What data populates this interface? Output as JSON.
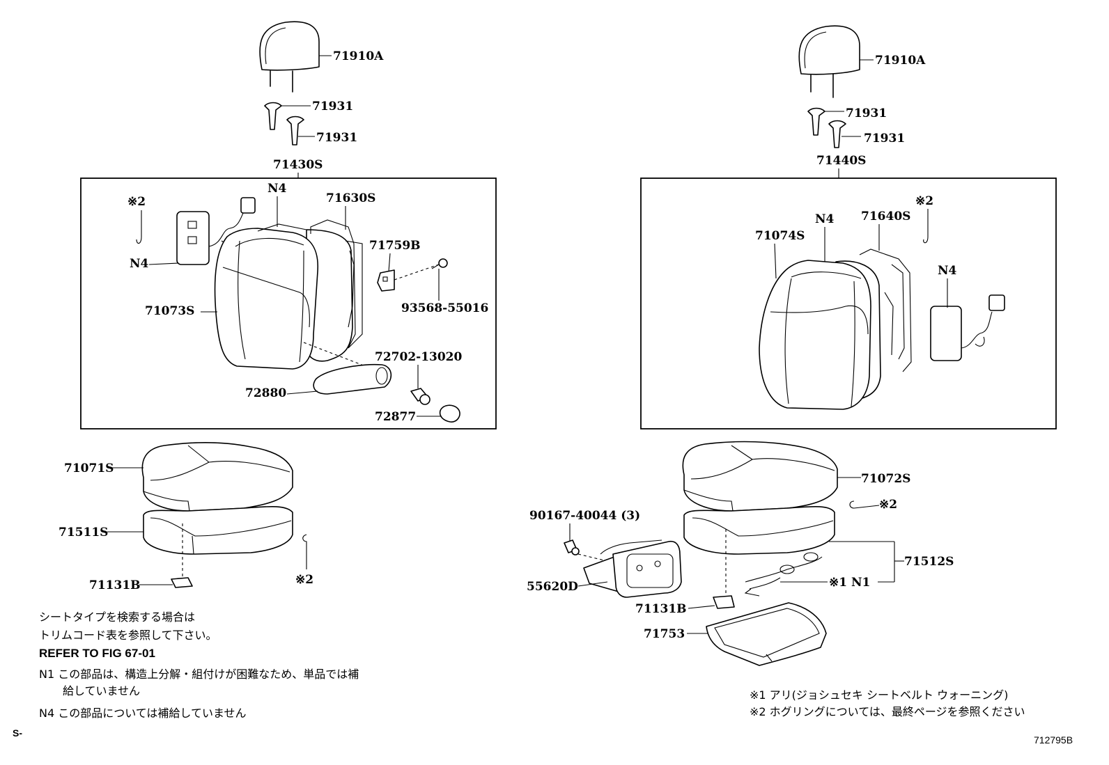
{
  "left": {
    "headrest": "71910A",
    "guide_upper": "71931",
    "guide_lower": "71931",
    "seatback_assy": "71430S",
    "note_ref2": "※2",
    "n4_top": "N4",
    "frame": "71630S",
    "n4_side": "N4",
    "cover": "71073S",
    "bracket": "71759B",
    "screw": "93568-55016",
    "armrest_bolt": "72702-13020",
    "armrest": "72880",
    "cap": "72877",
    "cushion_cover": "71071S",
    "cushion_pad": "71511S",
    "clip": "71131B",
    "note_ref2_b": "※2"
  },
  "right": {
    "headrest": "71910A",
    "guide_upper": "71931",
    "guide_lower": "71931",
    "seatback_assy": "71440S",
    "note_ref2": "※2",
    "n4_top": "N4",
    "frame": "71640S",
    "cover": "71074S",
    "n4_side": "N4",
    "cushion_cover": "71072S",
    "note_ref2_b": "※2",
    "bolt": "90167-40044 (3)",
    "cushion_frame": "71512S",
    "n1_mark": "※1  N1",
    "tray": "55620D",
    "clip": "71131B",
    "cushion_shield": "71753"
  },
  "notes": {
    "line1": "シートタイプを検索する場合は",
    "line2": "トリムコード表を参照して下さい。",
    "refer": "REFER TO FIG 67-01",
    "n1a": "N1 この部品は、構造上分解・組付けが困難なため、単品では補",
    "n1b": "給していません",
    "n4": "N4 この部品については補給していません",
    "s": "S-",
    "foot1": "※1  アリ(ジョシュセキ  シートベルト  ウォーニング)",
    "foot2": "※2  ホグリングについては、最終ページを参照ください",
    "fig": "712795B"
  }
}
